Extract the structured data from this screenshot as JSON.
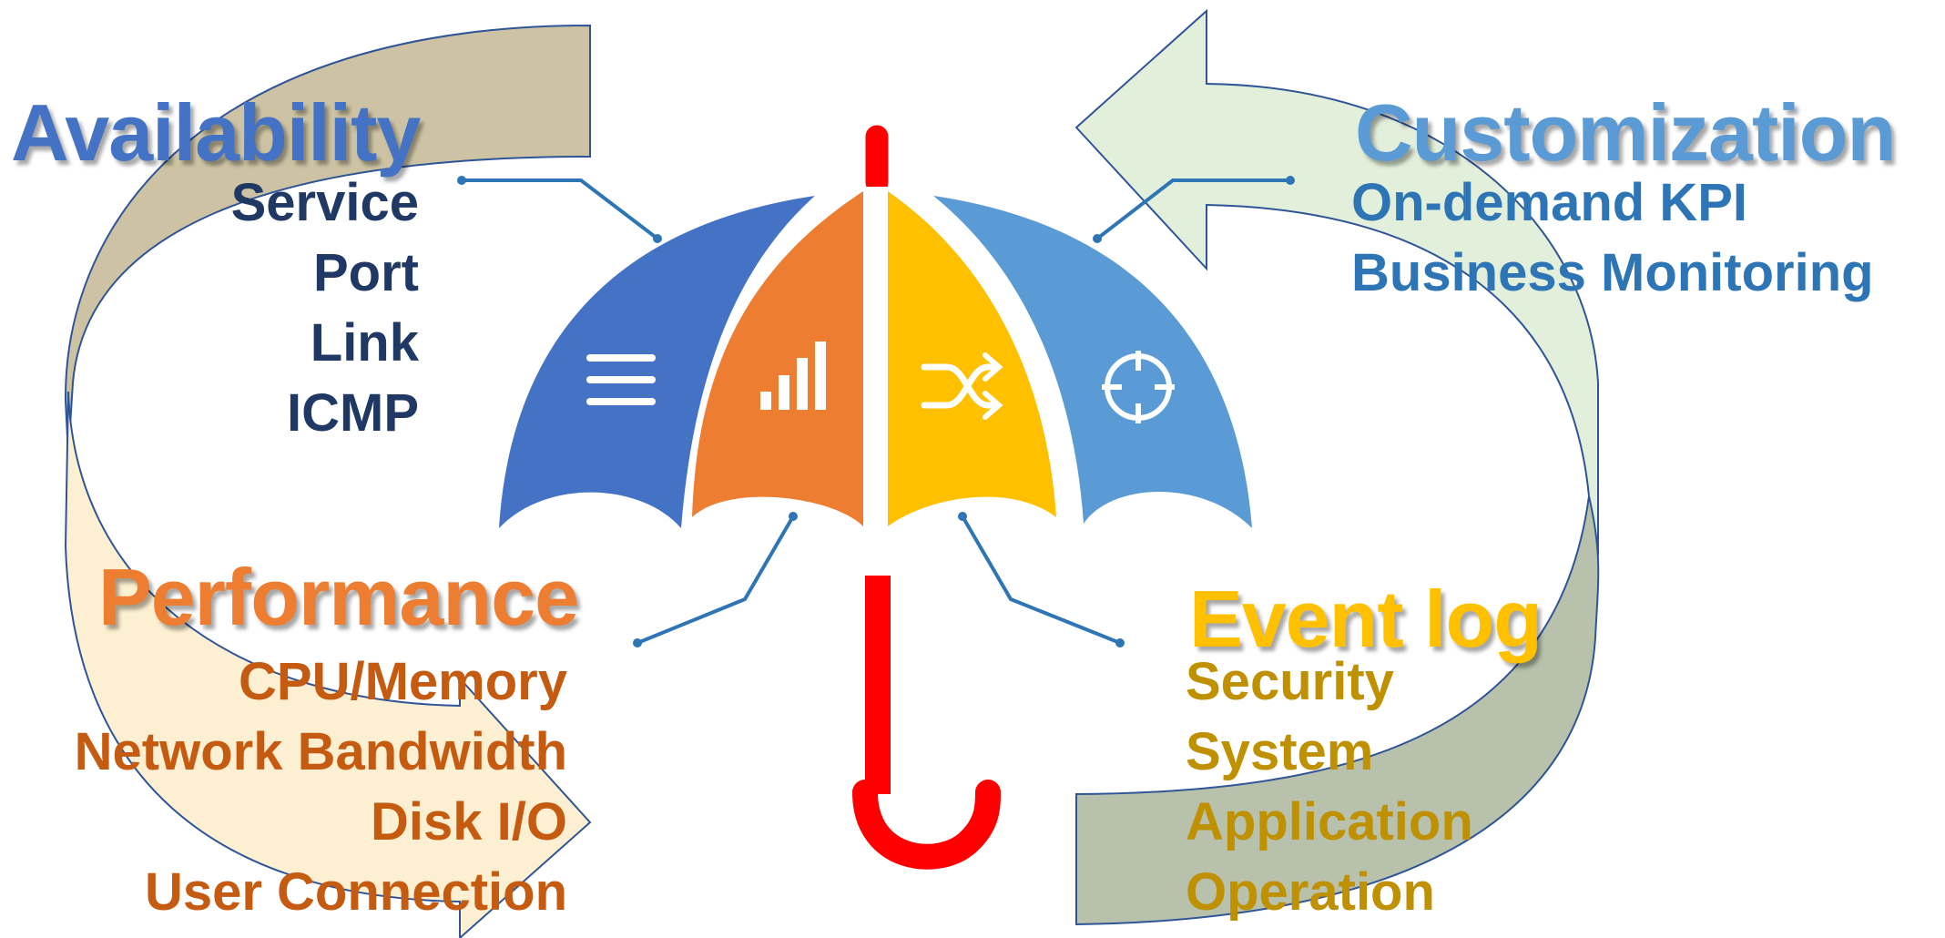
{
  "sections": {
    "availability": {
      "title": "Availability",
      "items": [
        "Service",
        "Port",
        "Link",
        "ICMP"
      ],
      "title_color": "#4472c4",
      "item_color": "#1f3864"
    },
    "customization": {
      "title": "Customization",
      "items": [
        "On-demand KPI",
        "Business Monitoring"
      ],
      "title_color": "#5b9bd5",
      "item_color": "#2e75b6"
    },
    "performance": {
      "title": "Performance",
      "items": [
        "CPU/Memory",
        "Network Bandwidth",
        "Disk I/O",
        "User Connection"
      ],
      "title_color": "#ed7d31",
      "item_color": "#c55a11"
    },
    "event_log": {
      "title": "Event log",
      "items": [
        "Security",
        "System",
        "Application",
        "Operation"
      ],
      "title_color": "#ffc000",
      "item_color": "#bf9000"
    }
  },
  "umbrella": {
    "panels": [
      {
        "name": "availability",
        "color": "#4472c4",
        "icon": "menu-lines-icon"
      },
      {
        "name": "performance",
        "color": "#ed7d31",
        "icon": "bar-chart-icon"
      },
      {
        "name": "event-log",
        "color": "#ffc000",
        "icon": "shuffle-icon"
      },
      {
        "name": "customization",
        "color": "#5b9bd5",
        "icon": "crosshair-icon"
      }
    ],
    "handle_color": "#ff0000",
    "connector_color": "#2e75b6"
  },
  "cycle_arrows": [
    {
      "name": "top-left-arrow",
      "color": "#cdc3a4"
    },
    {
      "name": "bottom-left-arrow",
      "color": "#fdf0d2"
    },
    {
      "name": "top-right-arrow",
      "color": "#e2efda"
    },
    {
      "name": "bottom-right-arrow",
      "color": "#b7c1ab"
    }
  ]
}
